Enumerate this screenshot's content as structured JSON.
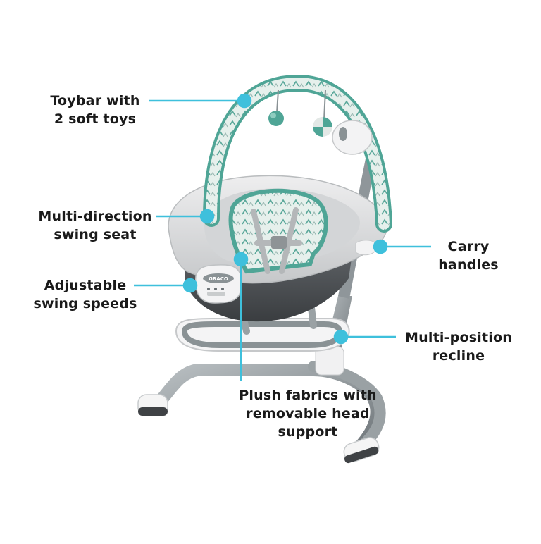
{
  "callouts": {
    "toybar": [
      "Toybar with",
      "2 soft toys"
    ],
    "seat": [
      "Multi-direction",
      "swing seat"
    ],
    "speeds": [
      "Adjustable",
      "swing speeds"
    ],
    "carry": [
      "Carry",
      "handles"
    ],
    "recline": [
      "Multi-position",
      "recline"
    ],
    "fabrics": [
      "Plush fabrics with",
      "removable head",
      "support"
    ]
  },
  "product": {
    "brand_logo": "GRACO"
  },
  "colors": {
    "callout_line": "#3ec0dc",
    "callout_dot": "#3ec0dc",
    "fabric_teal": "#4fa596",
    "frame_gray": "#8a9295",
    "seat_gray": "#d9dadb",
    "base_dark": "#4a4d51"
  }
}
